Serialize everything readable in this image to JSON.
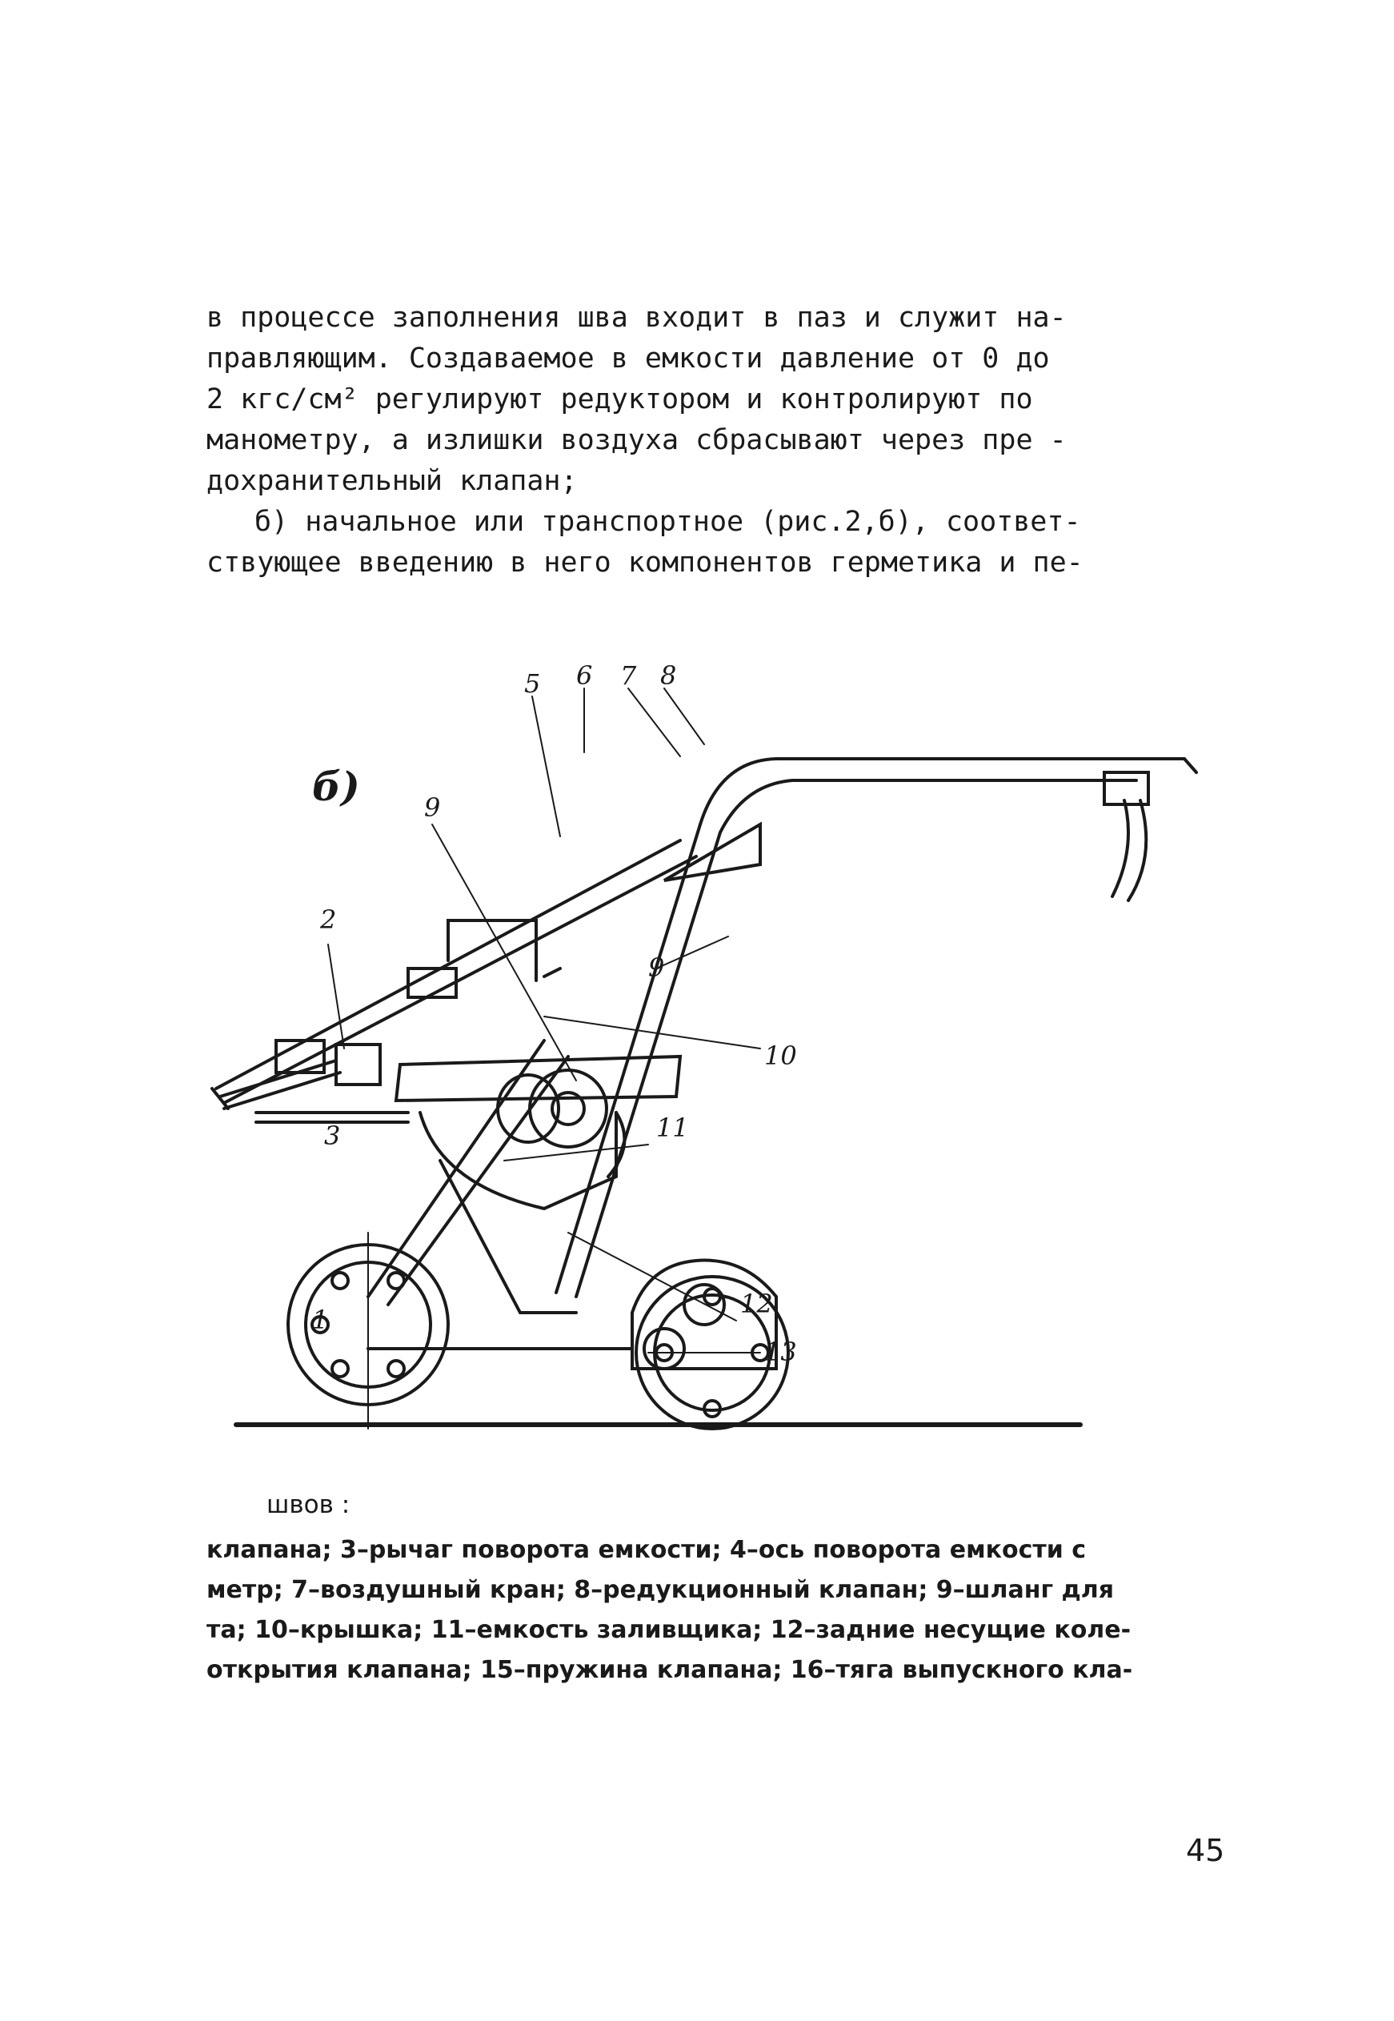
{
  "body_text": {
    "paragraph1": [
      "в процессе заполнения шва входит в паз и служит на-",
      "правляющим. Создаваемое в емкости давление от 0 до",
      "2 кгс/см² регулируют редуктором и контролируют по",
      "манометру, а излишки воздуха сбрасывают через пре -",
      "дохранительный клапан;"
    ],
    "paragraph2": [
      "б) начальное или транспортное (рис.2,б), соответ-",
      "ствующее введению в него компонентов герметика и пе-"
    ]
  },
  "figure": {
    "label": "б)",
    "callouts": [
      "1",
      "2",
      "3",
      "5",
      "6",
      "7",
      "8",
      "9",
      "9",
      "10",
      "11",
      "12",
      "13"
    ]
  },
  "caption": {
    "title": "швов :",
    "lines": [
      "клапана; 3–рычаг поворота емкости; 4–ось поворота емкости с",
      "метр; 7–воздушный кран; 8–редукционный клапан; 9–шланг для",
      "та; 10–крышка; 11–емкость заливщика; 12–задние несущие коле-",
      "открытия клапана; 15–пружина клапана; 16–тяга выпускного кла-"
    ]
  },
  "page_number": "45"
}
